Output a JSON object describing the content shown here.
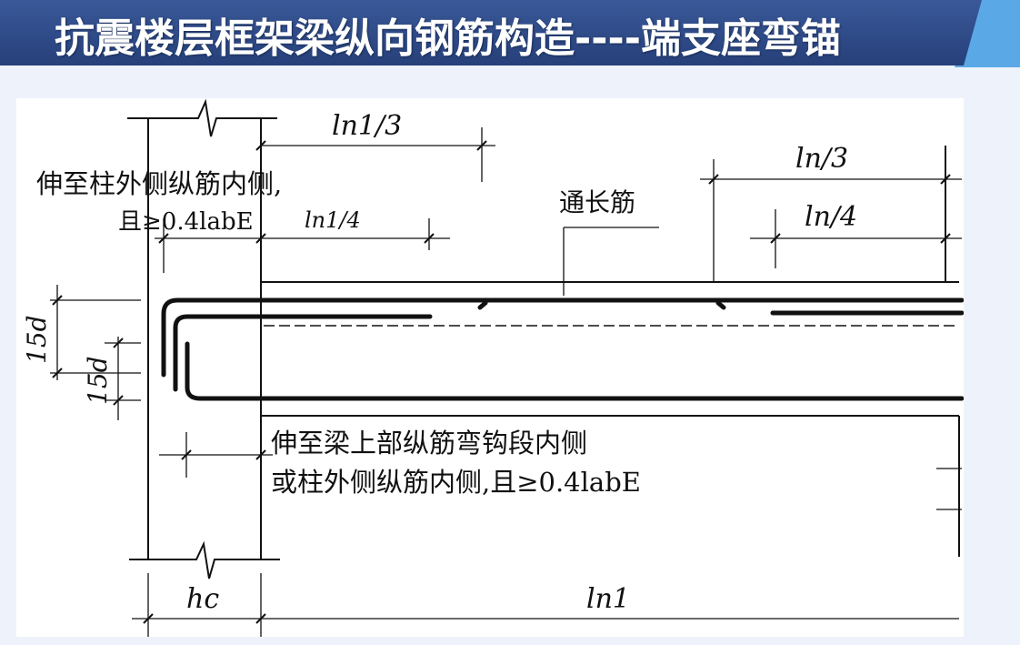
{
  "slide": {
    "title": "抗震楼层框架梁纵向钢筋构造----端支座弯锚",
    "colors": {
      "title_bar": "#2f4b86",
      "accent": "#5aa9e6",
      "background": "#eef2fa"
    }
  },
  "diagram": {
    "labels": {
      "ln1_third": "ln1/3",
      "ln1_quarter": "ln1/4",
      "ln_third": "ln/3",
      "ln_quarter": "ln/4",
      "through_bar": "通长筋",
      "top_note_line1": "伸至柱外侧纵筋内侧,",
      "top_note_line2": "且≥0.4labE",
      "bottom_note_line1": "伸至梁上部纵筋弯钩段内侧",
      "bottom_note_line2": "或柱外侧纵筋内侧,且≥0.4labE",
      "top_hook": "15d",
      "bottom_hook": "15d",
      "column_width": "hc",
      "clear_span": "ln1"
    }
  }
}
